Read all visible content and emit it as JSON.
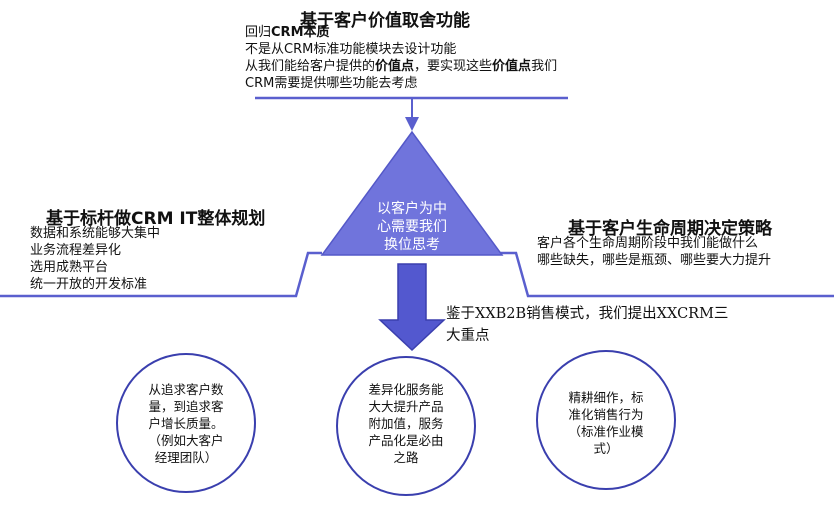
{
  "top": {
    "title": "基于客户价值取舍功能",
    "line1_a": "回归",
    "line1_b": "CRM本质",
    "line2": "不是从CRM标准功能模块去设计功能",
    "line3_a": "从我们能给客户提供的",
    "line3_b": "价值点",
    "line3_c": "，要实现这些",
    "line3_d": "价值点",
    "line3_e": "我们",
    "line4": "CRM需要提供哪些功能去考虑"
  },
  "left": {
    "title": "基于标杆做CRM IT整体规划",
    "lines": [
      "数据和系统能够大集中",
      "业务流程差异化",
      "选用成熟平台",
      "统一开放的开发标准"
    ]
  },
  "right": {
    "title": "基于客户生命周期决定策略",
    "lines": [
      "客户各个生命周期阶段中我们能做什么",
      "哪些缺失，哪些是瓶颈、哪些要大力提升"
    ]
  },
  "triangle": {
    "lines": [
      "以客户为中",
      "心需要我们",
      "换位思考"
    ]
  },
  "conclusion": {
    "lines": [
      "鉴于XXB2B销售模式，我们提出XXCRM三",
      "大重点"
    ]
  },
  "circles": [
    {
      "lines": [
        "从追求客户数",
        "量，到追求客",
        "户增长质量。",
        "（例如大客户",
        "经理团队）"
      ]
    },
    {
      "lines": [
        "差异化服务能",
        "大大提升产品",
        "附加值，服务",
        "产品化是必由",
        "之路"
      ]
    },
    {
      "lines": [
        "精耕细作，标",
        "准化销售行为",
        "（标准作业模",
        "式）"
      ]
    }
  ],
  "colors": {
    "accent": "#7074dc",
    "accent_dark": "#4b50c2",
    "circle_stroke": "#3a3fae",
    "text": "#111111"
  }
}
